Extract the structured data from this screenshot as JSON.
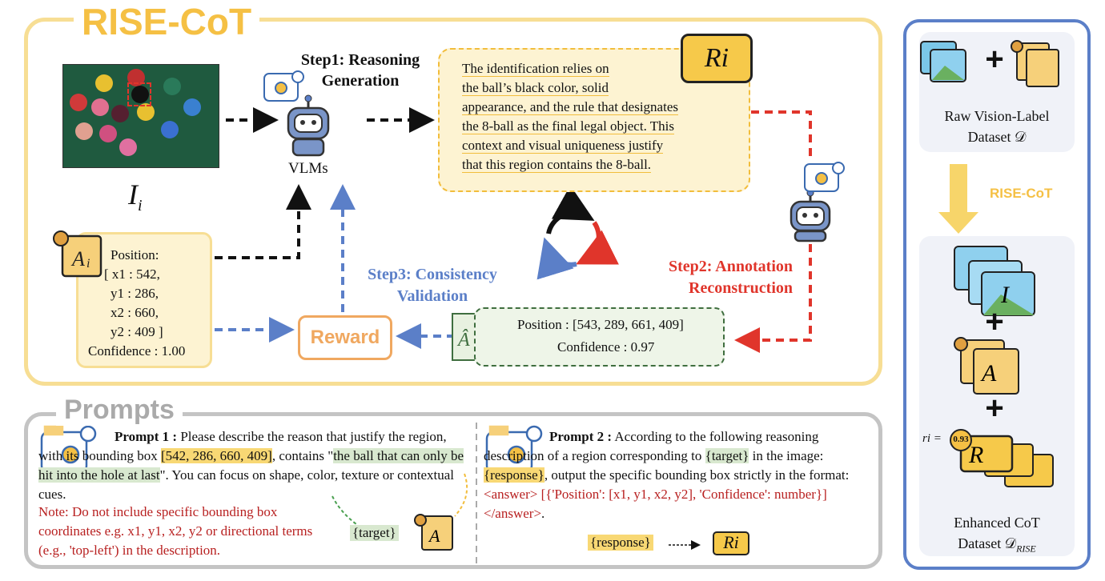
{
  "title": "RISE-CoT",
  "image_label": "I",
  "image_label_sub": "i",
  "step1": {
    "line1": "Step1: Reasoning",
    "line2": "Generation"
  },
  "vlms_label": "VLMs",
  "reasoning": {
    "badge": "Ri",
    "lines": [
      "The identification relies on",
      "the ball’s black color, solid",
      "appearance, and the rule that designates",
      "the 8-ball as the final legal object. This",
      "context and visual uniqueness justify",
      "that this region contains the 8-ball."
    ]
  },
  "step2": {
    "line1": "Step2: Annotation",
    "line2": "Reconstruction"
  },
  "step3": {
    "line1": "Step3: Consistency",
    "line2": "Validation"
  },
  "annotation": {
    "lines": [
      "Position:",
      "[ x1 : 542,",
      "  y1 : 286,",
      "  x2 : 660,",
      "  y2 : 409 ]",
      "Confidence : 1.00"
    ]
  },
  "reward_label": "Reward",
  "prediction": {
    "position": "Position : [543, 289, 661, 409]",
    "confidence": "Confidence : 0.97"
  },
  "right_panel": {
    "raw_line1": "Raw Vision-Label",
    "raw_line2": "Dataset 𝒟",
    "arrow_label": "RISE-CoT",
    "enh_line1": "Enhanced CoT",
    "enh_line2": "Dataset 𝒟",
    "enh_sub": "RISE",
    "score_label": "ri =",
    "score": "0.93",
    "plus": "+"
  },
  "prompts": {
    "title": "Prompts",
    "p1_head": "Prompt 1 :",
    "p1_a": " Please describe the reason that justify the region, with its bounding box ",
    "p1_box": "[542, 286, 660, 409]",
    "p1_b": ", contains \"",
    "p1_target": "the ball that can only be hit into the hole at last",
    "p1_c": "\". You can focus on shape, color, texture or contextual cues.",
    "p1_note": "Note: Do not include specific bounding box coordinates e.g. x1, y1, x2, y2 or directional terms (e.g., 'top-left') in the description.",
    "target_tag": "{target}",
    "p2_head": "Prompt 2 :",
    "p2_a": " According to the following reasoning description of a region corresponding to ",
    "p2_target": "{target}",
    "p2_b": " in the image: ",
    "p2_resp": "{response}",
    "p2_c": ", output the specific bounding box strictly in the format: ",
    "p2_format": "<answer> [{'Position': [x1, y1, x2, y2], 'Confidence': number}]</answer>",
    "p2_d": ".",
    "response_tag": "{response}",
    "ri_tag": "Ri"
  },
  "colors": {
    "yellow": "#f5c044",
    "red": "#e0352b",
    "blue": "#5b7fc8",
    "orange": "#f0a860",
    "green": "#3f6e3f",
    "grey": "#c4c4c4"
  }
}
